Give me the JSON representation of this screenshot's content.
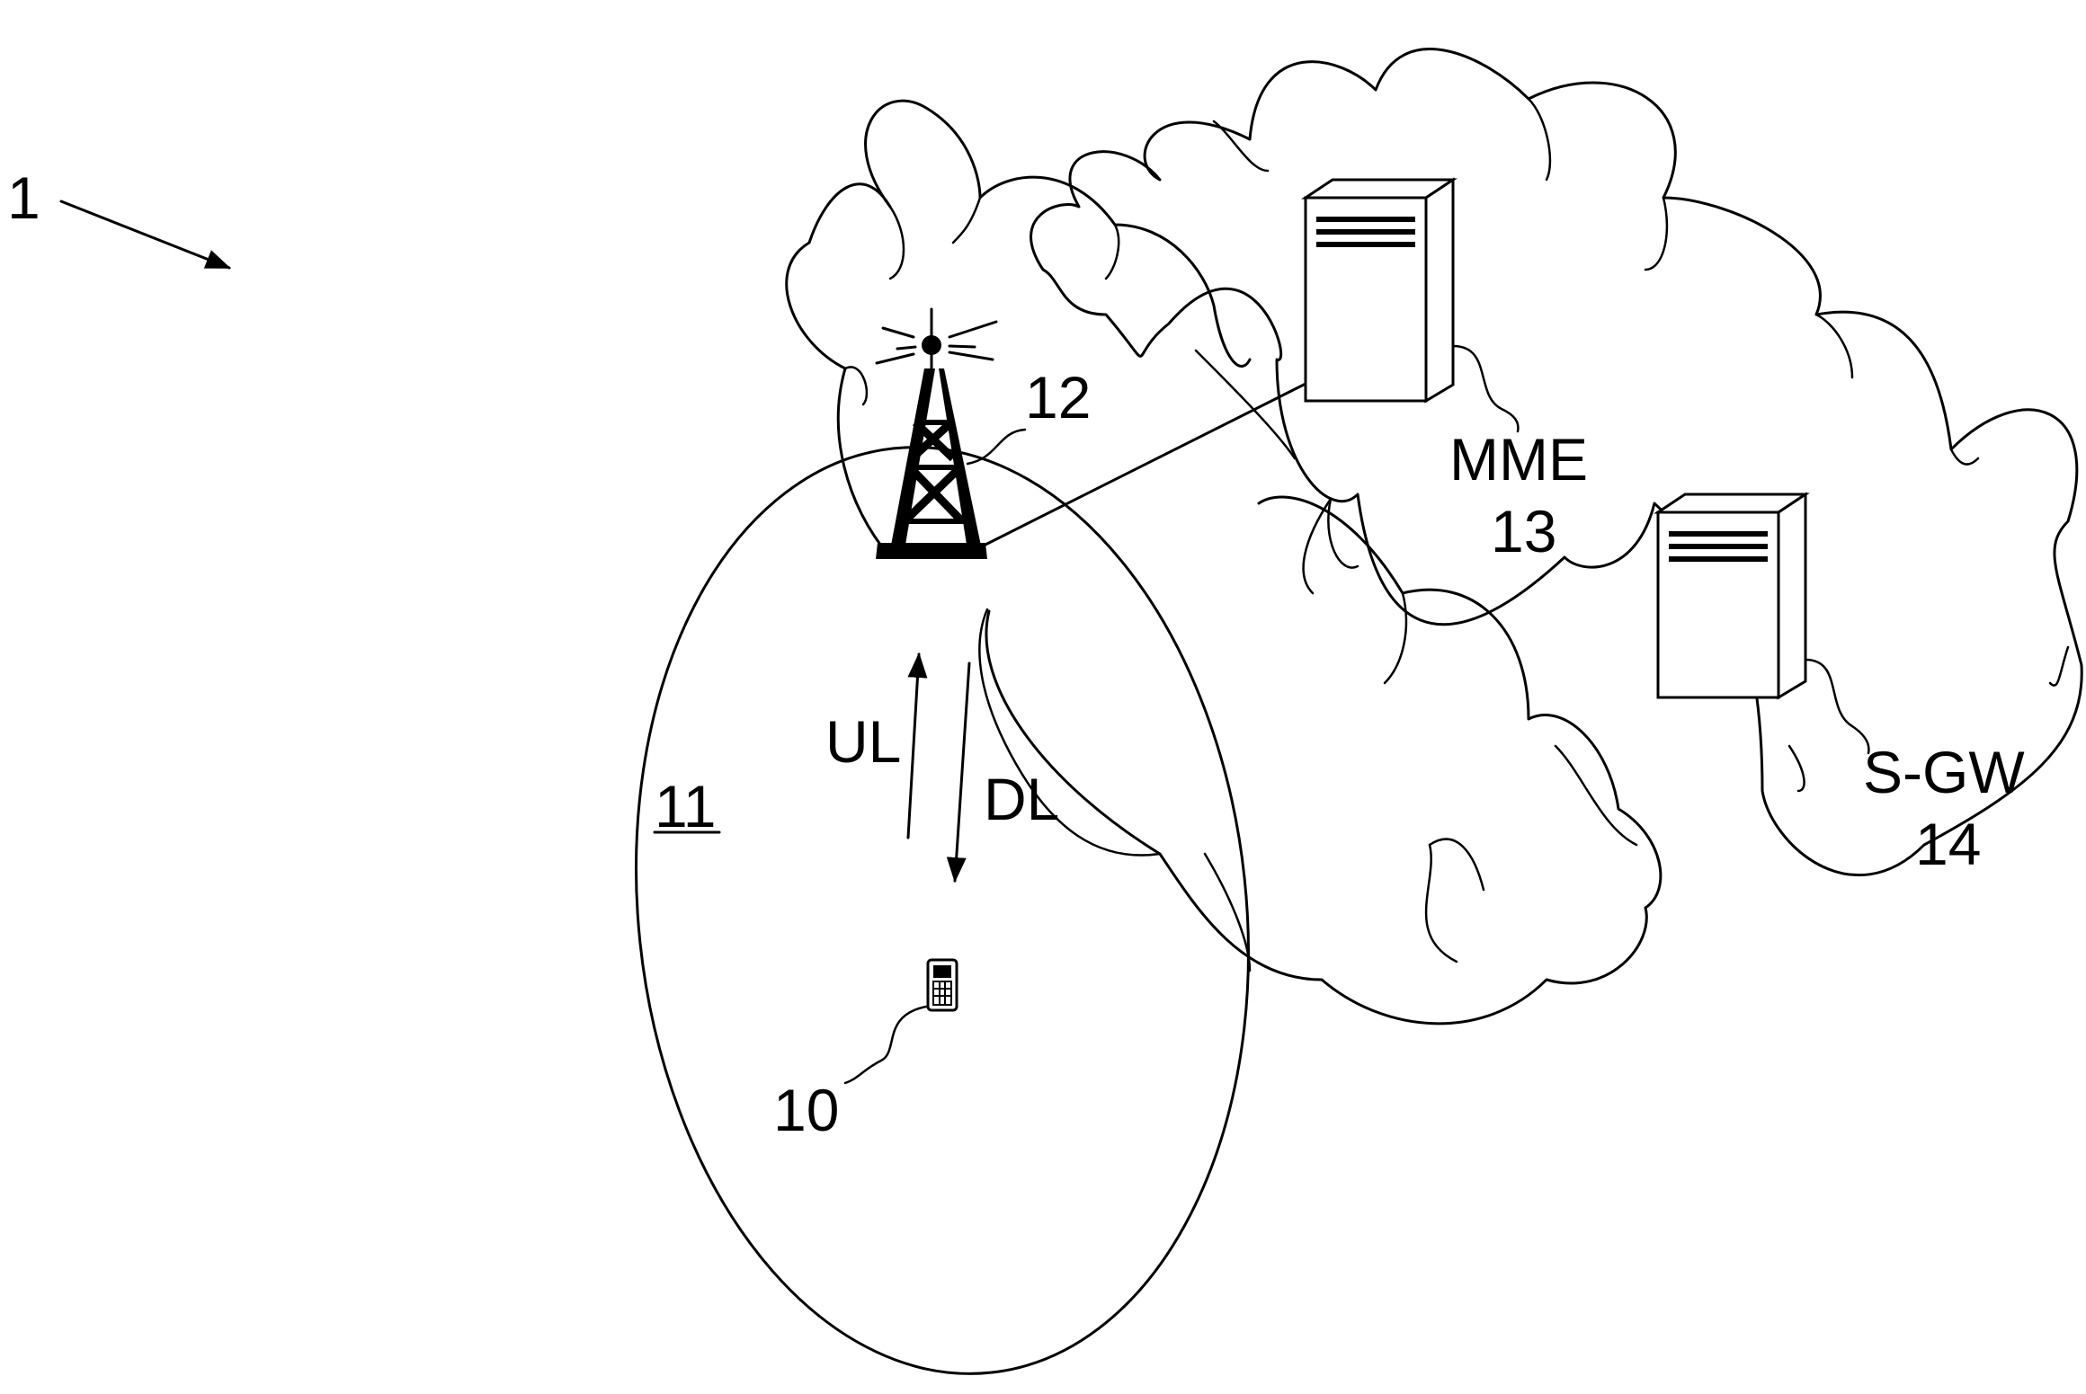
{
  "figure_label": "1",
  "cell_label": "11",
  "ue_label": "10",
  "base_station_label": "12",
  "uplink_label": "UL",
  "downlink_label": "DL",
  "mme": {
    "name": "MME",
    "number": "13"
  },
  "sgw": {
    "name": "S-GW",
    "number": "14"
  },
  "icons": [
    "arrow-icon",
    "cell-tower-icon",
    "mobile-phone-icon",
    "server-icon"
  ]
}
